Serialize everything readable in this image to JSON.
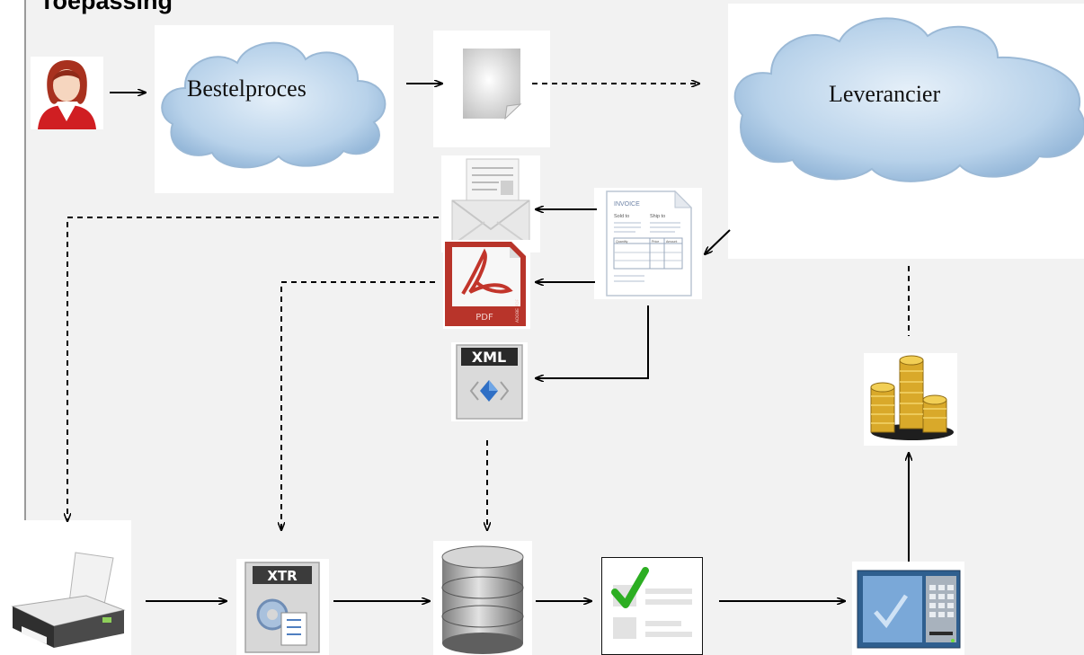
{
  "title": "Toepassing",
  "clouds": {
    "order_process": "Bestelproces",
    "supplier": "Leverancier"
  },
  "invoice_icon": {
    "heading": "INVOICE",
    "sold_to": "Sold to",
    "ship_to": "Ship to",
    "col_quantity": "Quantity",
    "col_price": "Price",
    "col_amount": "Amount"
  },
  "pdf_icon": {
    "label": "PDF",
    "side_text": "ADOBE PDF"
  },
  "xml_icon": {
    "label": "XML"
  },
  "xtr_icon": {
    "label": "XTR"
  },
  "icons": {
    "user": "user-icon",
    "document": "blank-document-icon",
    "email": "email-envelope-icon",
    "invoice": "invoice-document-icon",
    "pdf": "pdf-file-icon",
    "xml": "xml-file-icon",
    "coins": "gold-coins-icon",
    "printer": "printer-scanner-icon",
    "xtr": "xtr-processing-icon",
    "database": "database-icon",
    "checklist": "approval-checklist-icon",
    "terminal": "payment-terminal-icon"
  },
  "colors": {
    "background": "#f2f2f2",
    "cloud": "#b9d3ea",
    "check_green": "#2cae22",
    "arrow": "#000000"
  }
}
